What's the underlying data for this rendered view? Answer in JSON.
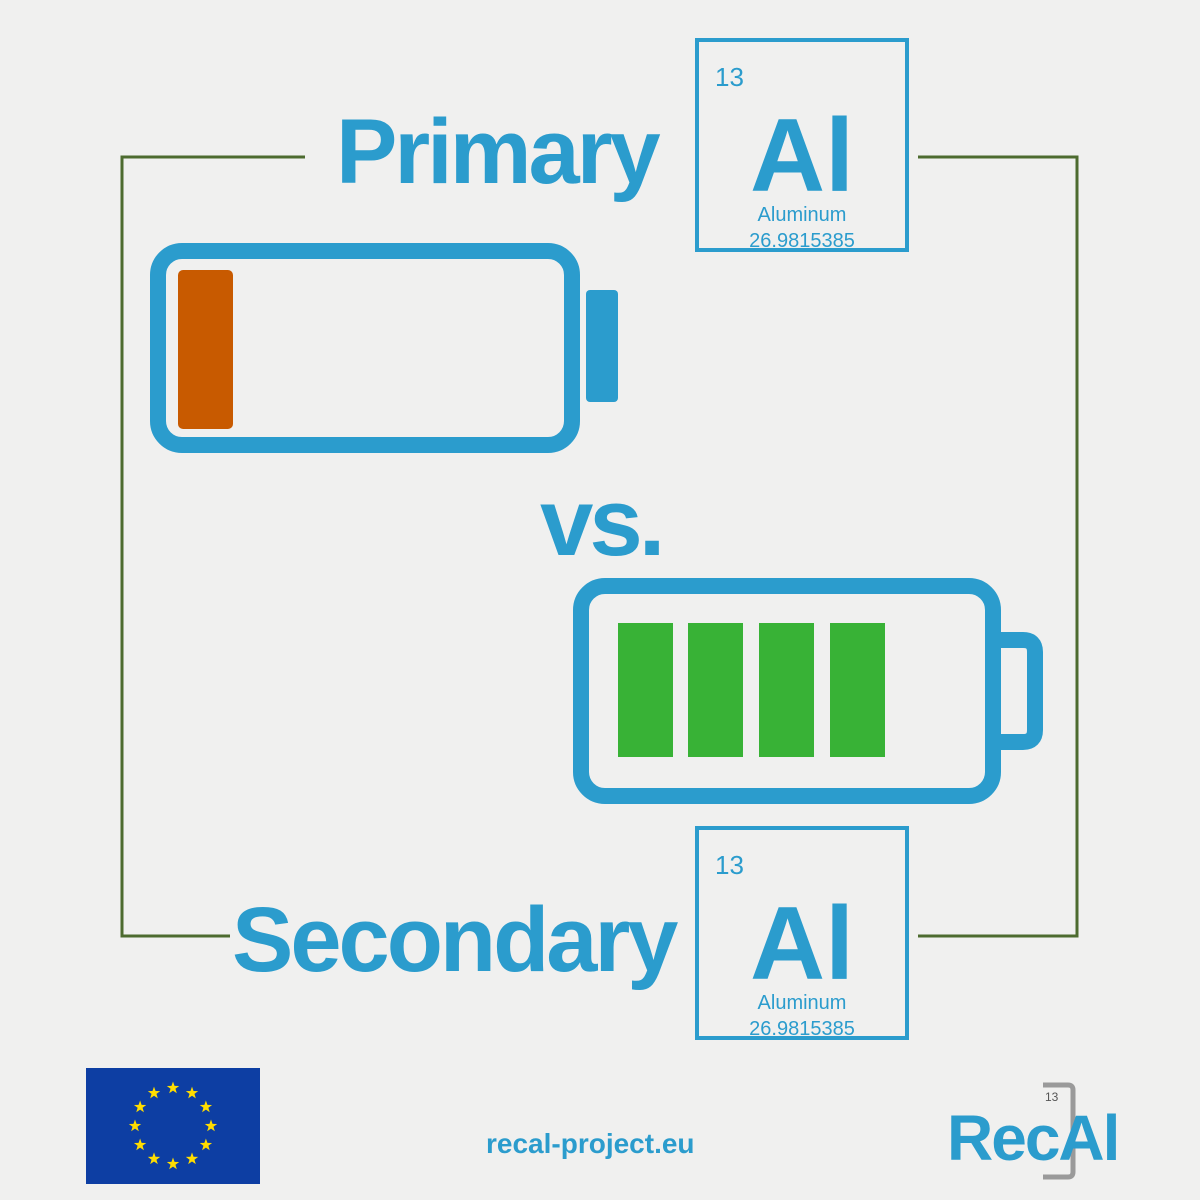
{
  "colors": {
    "accent": "#2b9ccd",
    "frame_line": "#4d6b2f",
    "low_charge": "#c85a00",
    "full_charge": "#38b236",
    "eu_blue": "#0d3ea3",
    "eu_star": "#ffdd00",
    "logo_box": "#9a9a9a",
    "background": "#f0f0ef"
  },
  "primary": {
    "label": "Primary",
    "element": {
      "number": "13",
      "symbol": "Al",
      "name": "Aluminum",
      "mass": "26.9815385"
    }
  },
  "versus_label": "vs.",
  "secondary": {
    "label": "Secondary",
    "element": {
      "number": "13",
      "symbol": "Al",
      "name": "Aluminum",
      "mass": "26.9815385"
    }
  },
  "batteries": {
    "primary": {
      "icon": "battery-low-icon",
      "charge_bars": 1
    },
    "secondary": {
      "icon": "battery-full-icon",
      "charge_bars": 4
    }
  },
  "footer": {
    "flag_icon": "eu-flag-icon",
    "url": "recal-project.eu",
    "logo": {
      "text_rec": "Rec",
      "text_al": "Al",
      "number": "13"
    }
  }
}
